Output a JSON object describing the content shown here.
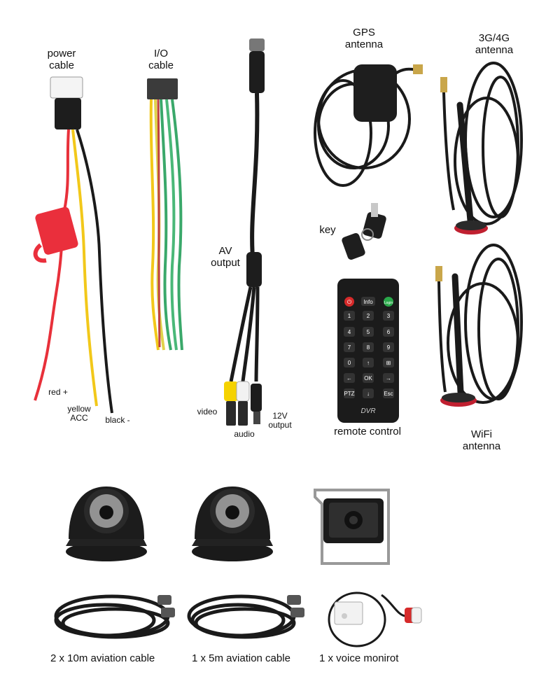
{
  "labels": {
    "power_cable": [
      "power",
      "cable"
    ],
    "io_cable": [
      "I/O",
      "cable"
    ],
    "av_output": [
      "AV",
      "output"
    ],
    "gps_antenna": [
      "GPS",
      "antenna"
    ],
    "antenna_3g4g": [
      "3G/4G",
      "antenna"
    ],
    "key": "key",
    "remote_control": "remote control",
    "wifi_antenna": [
      "WiFi",
      "antenna"
    ],
    "red_wire": "red +",
    "yellow_wire": [
      "yellow",
      "ACC"
    ],
    "black_wire": "black -",
    "video": "video",
    "audio": "audio",
    "output_12v": [
      "12V",
      "output"
    ]
  },
  "remote": {
    "brand": "DVR",
    "buttons": [
      "Info",
      "Login",
      "1",
      "2",
      "3",
      "4",
      "5",
      "6",
      "7",
      "8",
      "9",
      "0",
      "↑",
      "⊞",
      "←",
      "OK",
      "→",
      "PTZ",
      "↓",
      "Esc"
    ]
  },
  "captions": {
    "cable_10m": "2 x 10m aviation cable",
    "cable_5m": "1 x 5m aviation cable",
    "voice_monitor": "1 x voice monirot"
  },
  "colors": {
    "red_wire": "#e8303a",
    "yellow_wire": "#f2c81a",
    "green_wire": "#3aa86a",
    "black_cable": "#1a1a1a",
    "rca_yellow": "#f5d200",
    "rca_white": "#f2f2f2",
    "remote_power": "#d62a2a",
    "remote_login": "#2aa84a"
  }
}
